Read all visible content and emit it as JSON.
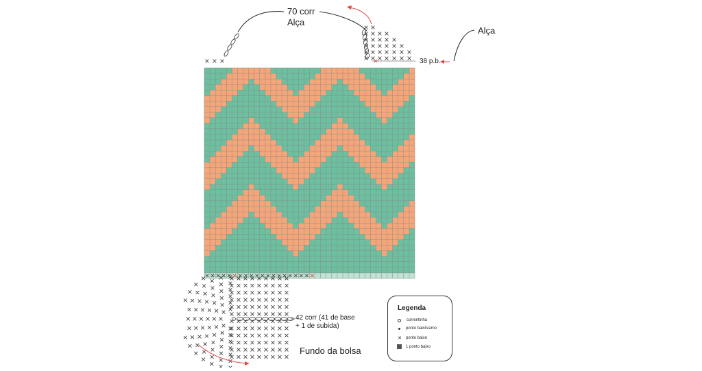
{
  "labels": {
    "top_chain_count": "70 corr",
    "top_handle": "Alça",
    "right_handle": "Alça",
    "stitch_count": "38 p.b.",
    "base_chain_line1": "42 corr (41 de base",
    "base_chain_line2": "+ 1 de subida)",
    "bag_bottom": "Fundo da bolsa"
  },
  "legend": {
    "title": "Legenda",
    "items": [
      {
        "symbol": "open-circle",
        "label": "correntinha"
      },
      {
        "symbol": "dot",
        "label": "ponto baixíssimo"
      },
      {
        "symbol": "x",
        "label": "ponto baixo"
      },
      {
        "symbol": "square",
        "label": "1 ponto baixo"
      }
    ]
  },
  "colors": {
    "green": "#6cbf9f",
    "orange": "#f5a679",
    "grid_line": "#8a8a8a",
    "pale_row": "#bfe3d3",
    "arrow_red": "#e04848",
    "symbol": "#444444"
  },
  "grid": {
    "columns": 38,
    "rows": 38,
    "zigzag_period": 16,
    "zigzag_amplitude": 7,
    "band_height": 5,
    "band_starts": [
      -2,
      10,
      22
    ]
  }
}
